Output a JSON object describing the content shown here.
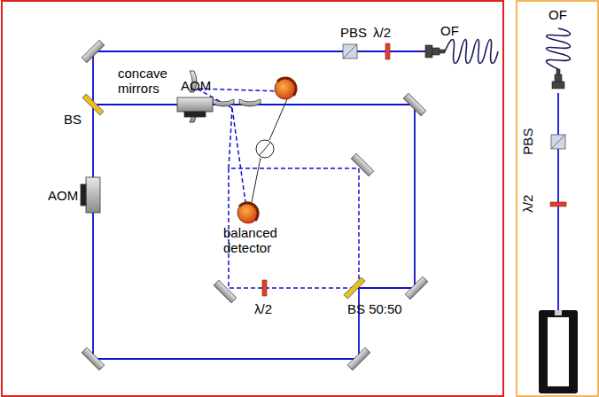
{
  "diagram": {
    "labels": [
      "PBS",
      "λ/2",
      "OF",
      "AOM",
      "BS",
      "AOM",
      "concave mirrors",
      "balanced detector",
      "λ/2",
      "BS 50:50",
      "OF",
      "PBS",
      "λ/2"
    ]
  }
}
